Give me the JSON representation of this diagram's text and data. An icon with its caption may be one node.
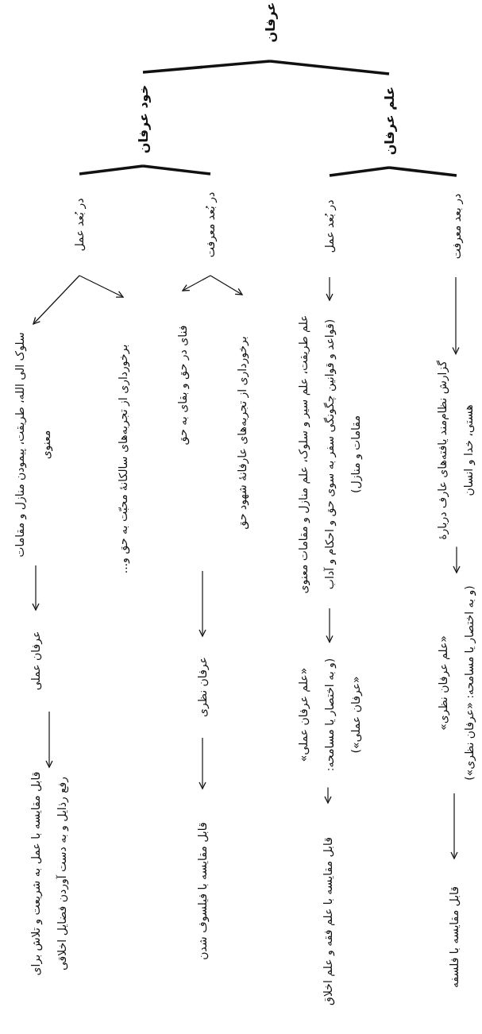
{
  "diagram": {
    "nodes": [
      {
        "text": [
          "عرفان"
        ]
      },
      {
        "text": [
          "علم عرفان"
        ]
      },
      {
        "text": [
          "خود عرفان"
        ]
      },
      {
        "text": [
          "در بعد معرفت"
        ]
      },
      {
        "text": [
          "در بُعد عمل"
        ]
      },
      {
        "text": [
          "در بُعد معرفت"
        ]
      },
      {
        "text": [
          "در بُعد عمل"
        ]
      },
      {
        "text": [
          "گزارش نظام‌مند یافته‌های عارف دربارهٔ هستی، خدا و انسان"
        ]
      },
      {
        "text": [
          "«علم عرفان نظری»",
          "(و به اختصار یا مسامحه: «عرفان نظری»)"
        ]
      },
      {
        "text": [
          "قابل مقایسه با فلسفه"
        ]
      },
      {
        "text": [
          "علم طریقت، علم سیر و سلوک، علم منازل و مقامات معنوی (قواعد و قوانین چگونگی سفر به سوی حق و احکام و آداب مقامات و منازل)"
        ]
      },
      {
        "text": [
          "«علم عرفان عملی»",
          "(و به اختصار یا مسامحه: «عرفان عملی»)"
        ]
      },
      {
        "text": [
          "قابل مقایسه با علم فقه و علم اخلاق"
        ]
      },
      {
        "text": [
          "فنای در حق و بقای به حق"
        ]
      },
      {
        "text": [
          "برخورداری از تجربه‌های عارفانهٔ شهود حق"
        ]
      },
      {
        "text": [
          "عرفان نظری"
        ]
      },
      {
        "text": [
          "قابل مقایسه با فیلسوف شدن"
        ]
      },
      {
        "text": [
          "سلوک الی الله، طریقت، پیمودن منازل و مقامات معنوی"
        ]
      },
      {
        "text": [
          "برخورداری از تجربه‌های سالکانهٔ محبّت به حق و..."
        ]
      },
      {
        "text": [
          "عرفان عملی"
        ]
      },
      {
        "text": [
          "قابل مقایسه با عمل به شریعت و تلاش برای رفع رذایل و به دست آوردن فضایل اخلاقی"
        ]
      }
    ],
    "edges": [
      {
        "from": 0,
        "to": 1,
        "arrow": "none",
        "style": "thick"
      },
      {
        "from": 0,
        "to": 2,
        "arrow": "none",
        "style": "thick"
      },
      {
        "from": 1,
        "to": 3,
        "arrow": "none",
        "style": "thick"
      },
      {
        "from": 1,
        "to": 4,
        "arrow": "none",
        "style": "thick"
      },
      {
        "from": 2,
        "to": 5,
        "arrow": "none",
        "style": "thick"
      },
      {
        "from": 2,
        "to": 6,
        "arrow": "none",
        "style": "thick"
      },
      {
        "from": 3,
        "to": 7,
        "arrow": "to"
      },
      {
        "from": 7,
        "to": 8,
        "arrow": "to"
      },
      {
        "from": 8,
        "to": 9,
        "arrow": "to"
      },
      {
        "from": 4,
        "to": 10,
        "arrow": "to"
      },
      {
        "from": 10,
        "to": 11,
        "arrow": "to"
      },
      {
        "from": 11,
        "to": 12,
        "arrow": "to"
      },
      {
        "from": 5,
        "to": 13,
        "arrow": "to"
      },
      {
        "from": 5,
        "to": 14,
        "arrow": "to"
      },
      {
        "from": 14,
        "to": 15,
        "arrow": "to"
      },
      {
        "from": 15,
        "to": 16,
        "arrow": "to"
      },
      {
        "from": 6,
        "to": 17,
        "arrow": "to"
      },
      {
        "from": 6,
        "to": 18,
        "arrow": "to"
      },
      {
        "from": 17,
        "to": 19,
        "arrow": "to"
      },
      {
        "from": 19,
        "to": 20,
        "arrow": "to"
      }
    ]
  }
}
